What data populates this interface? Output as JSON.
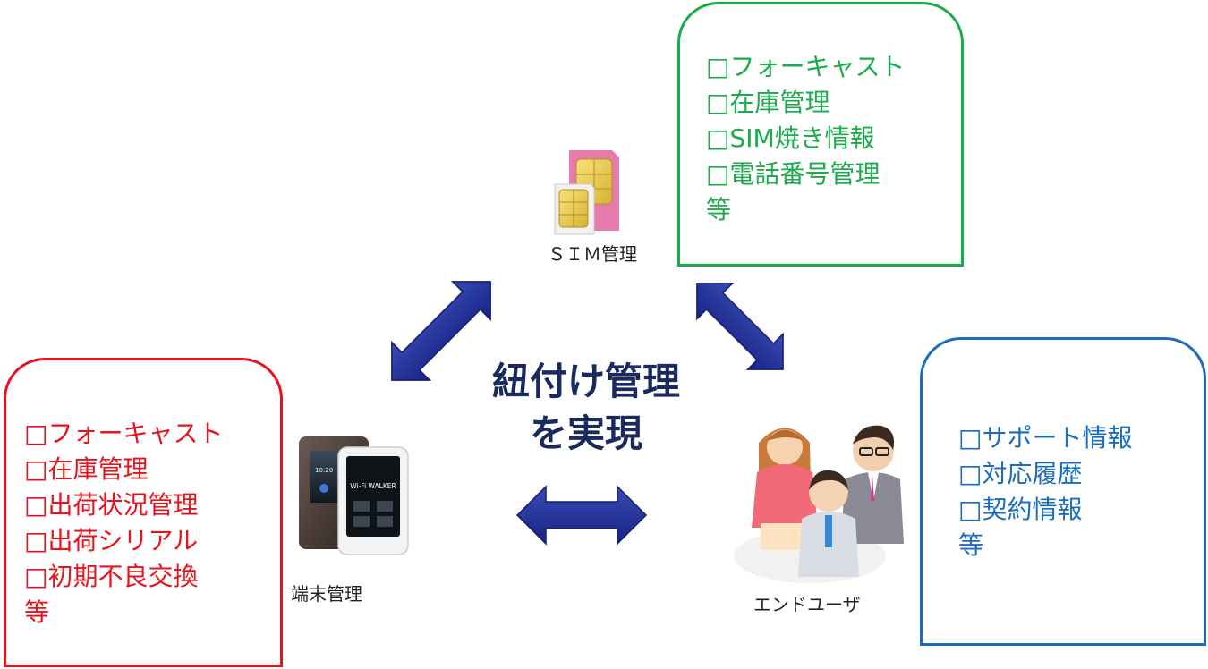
{
  "sim": {
    "label": "ＳＩＭ管理",
    "items": [
      "□フォーキャスト",
      "□在庫管理",
      "□SIM焼き情報",
      "□電話番号管理"
    ],
    "etc": "等"
  },
  "device": {
    "label": "端末管理",
    "items": [
      "□フォーキャスト",
      "□在庫管理",
      "□出荷状況管理",
      "□出荷シリアル",
      "□初期不良交換"
    ],
    "etc": "等",
    "screen_text": "Wi-Fi WALKER"
  },
  "user": {
    "label": "エンドユーザ",
    "items": [
      "□サポート情報",
      "□対応履歴",
      "□契約情報"
    ],
    "etc": "等"
  },
  "center": {
    "line1": "紐付け管理",
    "line2": "を実現"
  },
  "colors": {
    "green": "#1aab4b",
    "red": "#e8121c",
    "blue": "#1a6cbf",
    "arrow": "#1f2b8f",
    "title": "#1b2a5e"
  }
}
